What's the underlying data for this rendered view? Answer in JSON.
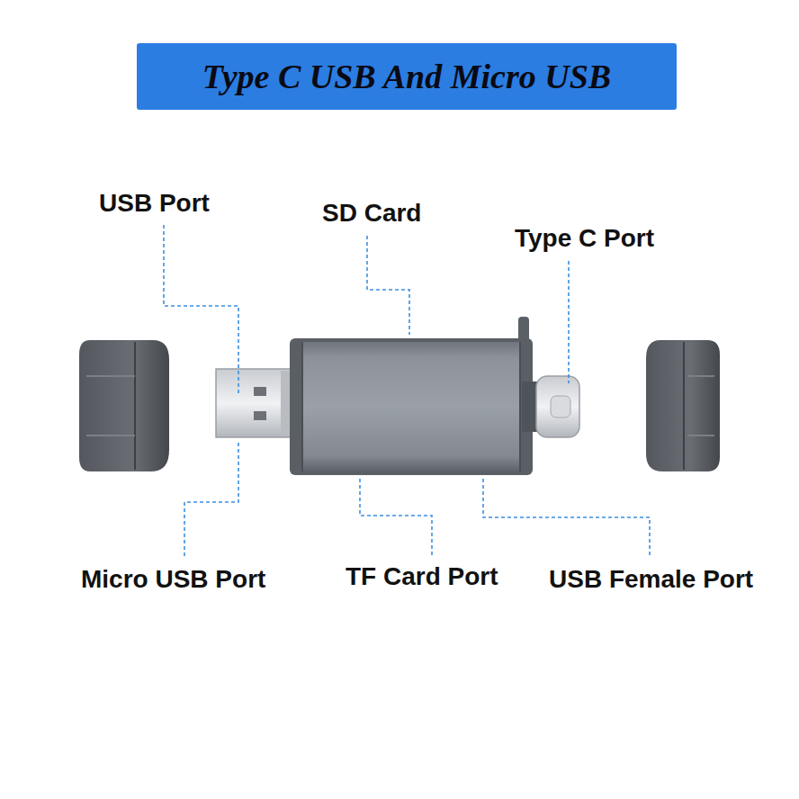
{
  "diagram": {
    "title": "Type C USB And Micro USB",
    "labels": [
      "USB Port",
      "SD Card",
      "Type C Port",
      "Micro USB Port",
      "TF Card Port",
      "USB Female Port"
    ]
  }
}
